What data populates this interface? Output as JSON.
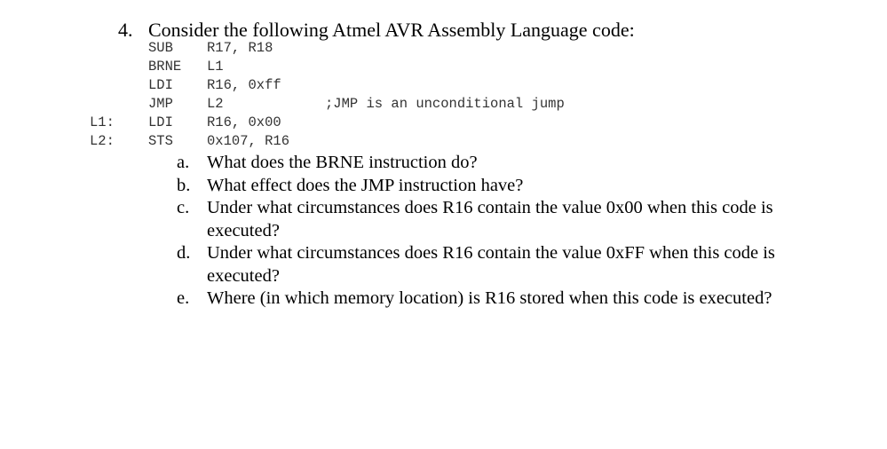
{
  "question": {
    "number": "4.",
    "text": "Consider the following Atmel AVR Assembly Language code:"
  },
  "code": [
    {
      "label": "",
      "op": "SUB",
      "args": "R17, R18",
      "comment": ""
    },
    {
      "label": "",
      "op": "BRNE",
      "args": "L1",
      "comment": ""
    },
    {
      "label": "",
      "op": "LDI",
      "args": "R16, 0xff",
      "comment": ""
    },
    {
      "label": "",
      "op": "JMP",
      "args": "L2",
      "comment": ";JMP is an unconditional jump"
    },
    {
      "label": "L1:",
      "op": "LDI",
      "args": "R16, 0x00",
      "comment": ""
    },
    {
      "label": "L2:",
      "op": "STS",
      "args": "0x107, R16",
      "comment": ""
    }
  ],
  "sub_questions": [
    {
      "letter": "a.",
      "text": "What does the BRNE instruction do?"
    },
    {
      "letter": "b.",
      "text": "What effect does the JMP instruction have?"
    },
    {
      "letter": "c.",
      "text": "Under what circumstances does R16 contain the value 0x00 when this code is executed?"
    },
    {
      "letter": "d.",
      "text": "Under what circumstances does R16 contain the value 0xFF when this code is executed?"
    },
    {
      "letter": "e.",
      "text": "Where (in which memory location) is R16 stored when this code is executed?"
    }
  ]
}
